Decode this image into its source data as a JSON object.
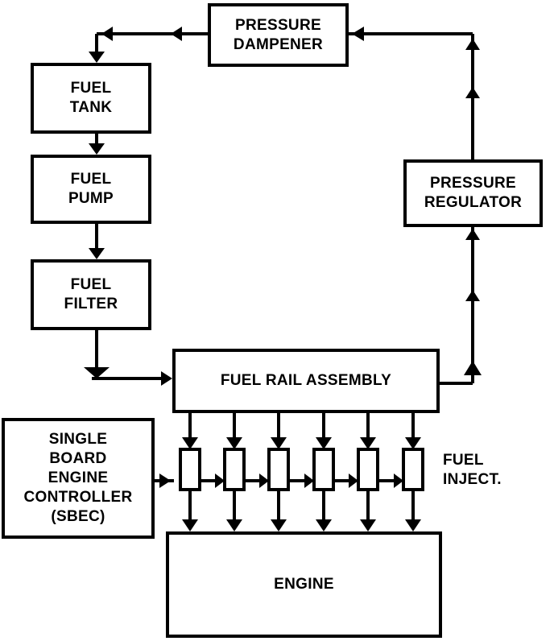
{
  "diagram": {
    "boxes": {
      "pressure_dampener": "PRESSURE\nDAMPENER",
      "fuel_tank": "FUEL\nTANK",
      "fuel_pump": "FUEL\nPUMP",
      "fuel_filter": "FUEL\nFILTER",
      "pressure_regulator": "PRESSURE\nREGULATOR",
      "fuel_rail_assembly": "FUEL RAIL ASSEMBLY",
      "sbec": "SINGLE\nBOARD\nENGINE\nCONTROLLER\n(SBEC)",
      "engine": "ENGINE"
    },
    "injector_label": "FUEL\nINJECT."
  }
}
